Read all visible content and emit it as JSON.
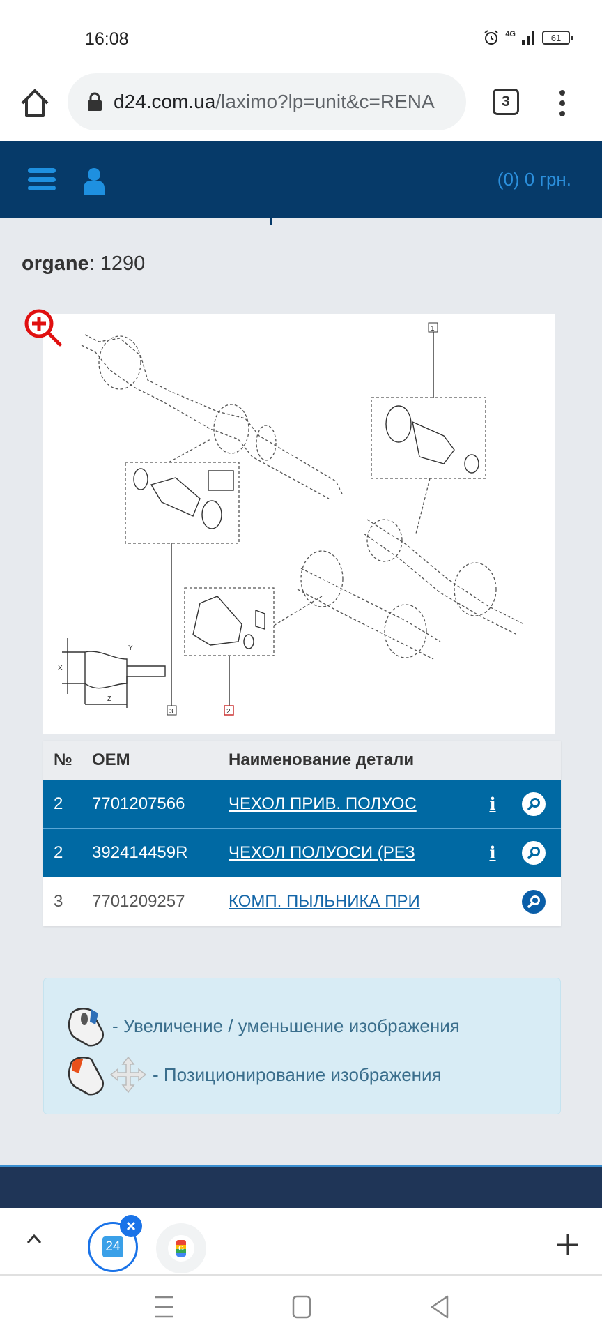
{
  "status_bar": {
    "time": "16:08",
    "network": "4G",
    "battery": "61"
  },
  "browser": {
    "url_domain": "d24.com.ua",
    "url_path": "/laximo?lp=unit&c=RENA",
    "tab_count": "3"
  },
  "site_header": {
    "cart": "(0) 0 грн."
  },
  "page": {
    "organe_label": "organe",
    "organe_value": ": 1290"
  },
  "diagram": {
    "callouts": [
      "1",
      "2",
      "3"
    ],
    "dimension_labels": [
      "X",
      "Y",
      "Z"
    ]
  },
  "parts_table": {
    "headers": {
      "no": "№",
      "oem": "OEM",
      "name": "Наименование детали"
    },
    "rows": [
      {
        "no": "2",
        "oem": "7701207566",
        "name": "ЧЕХОЛ ПРИВ. ПОЛУОС",
        "has_info": true,
        "selected": true
      },
      {
        "no": "2",
        "oem": "392414459R",
        "name": "ЧЕХОЛ ПОЛУОСИ (РЕЗ",
        "has_info": true,
        "selected": true
      },
      {
        "no": "3",
        "oem": "7701209257",
        "name": "КОМП. ПЫЛЬНИКА ПРИ",
        "has_info": false,
        "selected": false
      }
    ],
    "info_glyph": "i"
  },
  "legend": {
    "zoom_text": "- Увеличение / уменьшение изображения",
    "pan_text": "- Позиционирование изображения"
  },
  "bottom_tabs": {
    "tab1_label": "24",
    "tab2_label": "G"
  },
  "colors": {
    "header_bg": "#063a69",
    "accent": "#2b8fdc",
    "row_selected": "#0069a3",
    "link": "#1466a8",
    "legend_bg": "#d8ecf5",
    "footer_bg": "#1f3557"
  }
}
